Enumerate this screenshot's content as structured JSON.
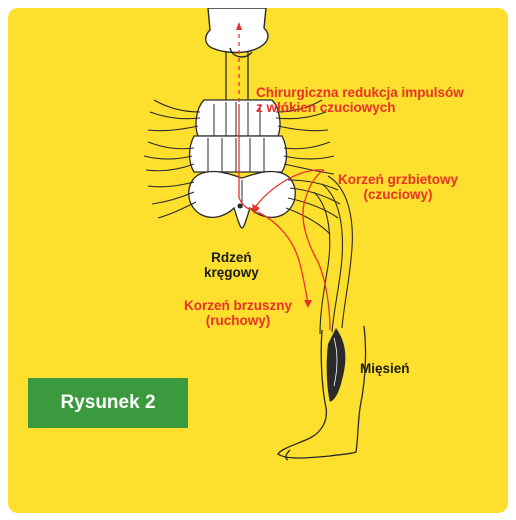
{
  "labels": {
    "reduction_line1": "Chirurgiczna redukcja impulsów",
    "reduction_line2": "z włókien czuciowych",
    "dorsal_line1": "Korzeń grzbietowy",
    "dorsal_line2": "(czuciowy)",
    "spinal_line1": "Rdzeń",
    "spinal_line2": "kręgowy",
    "ventral_line1": "Korzeń brzuszny",
    "ventral_line2": "(ruchowy)",
    "muscle": "Mięsień"
  },
  "badge": "Rysunek 2",
  "colors": {
    "background": "#FDDF2E",
    "accent_red": "#E8312A",
    "badge_green": "#3C9A3E",
    "line": "#2a2a2a"
  }
}
